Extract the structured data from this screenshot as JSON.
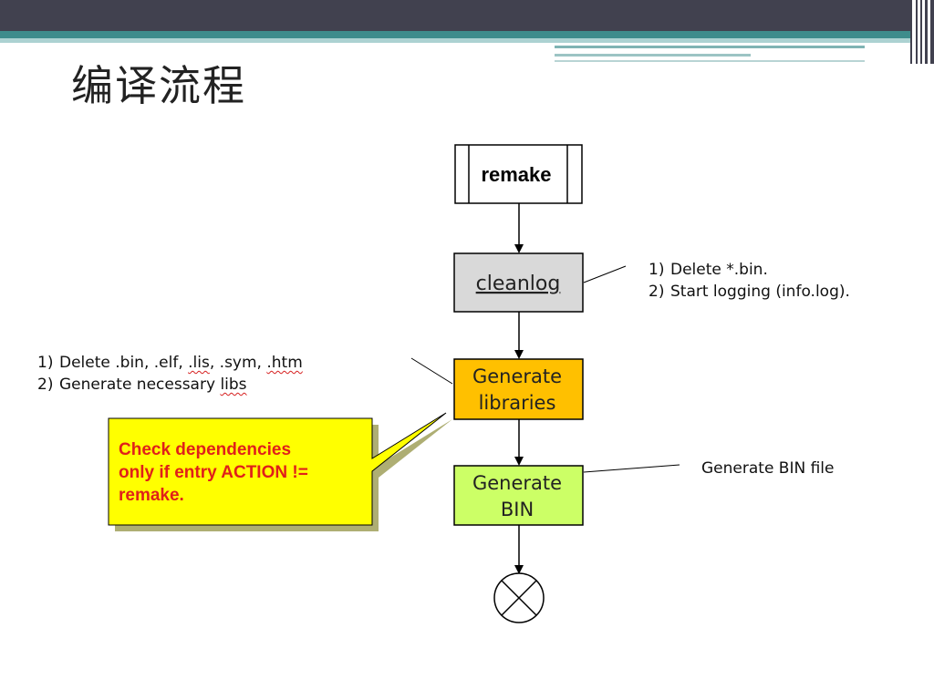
{
  "slide": {
    "title": "编译流程"
  },
  "colors": {
    "header_dark": "#41414f",
    "header_teal": "#3e8c8c",
    "cleanlog_fill": "#d9d9d9",
    "libraries_fill": "#ffc000",
    "bin_fill": "#ccff66",
    "callout_fill": "#ffff00",
    "callout_text": "#e0201a"
  },
  "nodes": {
    "remake": {
      "label": "remake"
    },
    "cleanlog": {
      "label": "cleanlog"
    },
    "libraries": {
      "line1": "Generate",
      "line2": "libraries"
    },
    "bin": {
      "line1": "Generate",
      "line2": "BIN"
    },
    "end": {
      "icon": "x-circle-end-icon"
    }
  },
  "notes": {
    "cleanlog": [
      {
        "num": "1)",
        "text": "Delete *.bin."
      },
      {
        "num": "2)",
        "text": "Start logging (info.log)."
      }
    ],
    "libraries": {
      "line1": {
        "num": "1)",
        "a": "Delete .bin, .elf, ",
        "b": ".lis",
        "c": ", .sym, ",
        "d": ".htm"
      },
      "line2": {
        "num": "2)",
        "a": "Generate necessary ",
        "b": "libs"
      }
    },
    "bin": "Generate BIN file"
  },
  "callout": {
    "text": "Check dependencies\nonly if entry ACTION !=\nremake."
  }
}
